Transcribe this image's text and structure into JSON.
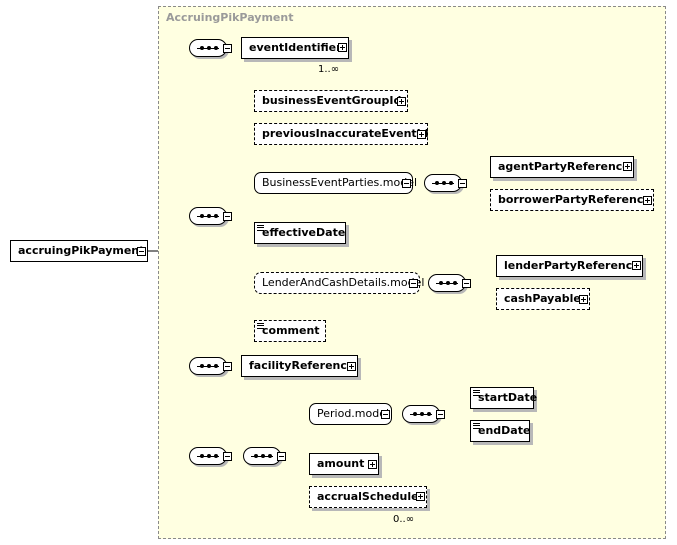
{
  "diagram": {
    "type_name": "AccruingPikPayment",
    "root": "accruingPikPayment",
    "event_identifier": {
      "name": "eventIdentifier",
      "cardinality": "1..∞"
    },
    "business_event_group_id": "businessEventGroupId",
    "previous_inaccurate_event_id": "previousInaccurateEventId",
    "business_event_parties_model": "BusinessEventParties.model",
    "agent_party_reference": "agentPartyReference",
    "borrower_party_reference": "borrowerPartyReference",
    "effective_date": "effectiveDate",
    "lender_and_cash_details_model": "LenderAndCashDetails.model",
    "lender_party_reference": "lenderPartyReference",
    "cash_payable": "cashPayable",
    "comment": "comment",
    "facility_reference": "facilityReference",
    "period_model": "Period.model",
    "start_date": "startDate",
    "end_date": "endDate",
    "amount": "amount",
    "accrual_schedule": {
      "name": "accrualSchedule",
      "cardinality": "0..∞"
    }
  }
}
